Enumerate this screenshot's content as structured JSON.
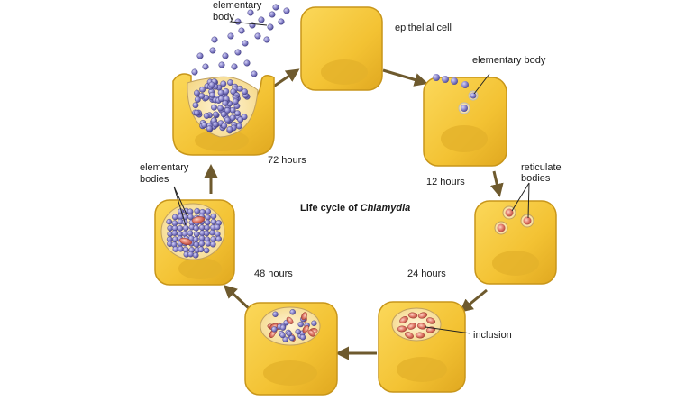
{
  "diagram": {
    "title_prefix": "Life cycle of ",
    "title_organism": "Chlamydia",
    "labels": {
      "epithelial_cell": "epithelial cell",
      "elementary_body_top": [
        "elementary",
        "body"
      ],
      "elementary_body_right": "elementary body",
      "reticulate_bodies": [
        "reticulate",
        "bodies"
      ],
      "inclusion": "inclusion",
      "elementary_bodies_left": [
        "elementary",
        "bodies"
      ]
    },
    "stages": [
      {
        "id": "entry",
        "time": ""
      },
      {
        "id": "attachment",
        "time": "12 hours"
      },
      {
        "id": "reticulate",
        "time": "24 hours"
      },
      {
        "id": "inclusion",
        "time": ""
      },
      {
        "id": "replication",
        "time": "48 hours"
      },
      {
        "id": "dense",
        "time": ""
      },
      {
        "id": "lysis",
        "time": "72 hours"
      }
    ],
    "colors": {
      "cell_fill": "#f3c233",
      "cell_stroke": "#b8860b",
      "nucleus": "#ddb02a",
      "elementary_body": "#8e89cf",
      "reticulate_body": "#e07a6a",
      "arrow": "#6e5a2e"
    }
  }
}
